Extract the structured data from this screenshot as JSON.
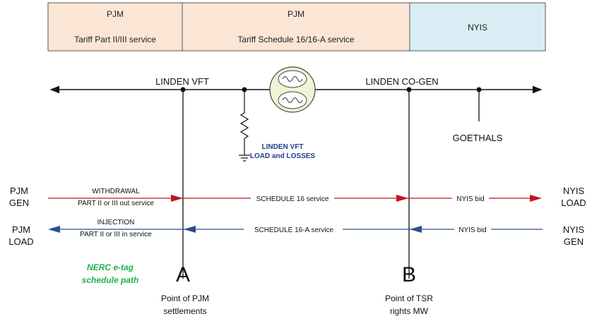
{
  "colors": {
    "pjm_header": "#fbe6d6",
    "nyis_header": "#d9eef4",
    "red_path": "#c0141e",
    "blue_path": "#2c4f8c",
    "vft_fill": "#eef5d6",
    "nerc_green": "#22b04b",
    "load_label_blue": "#1f3f8a"
  },
  "header": {
    "cells": [
      {
        "line1": "PJM",
        "line2": "Tariff Part II/III service"
      },
      {
        "line1": "PJM",
        "line2": "Tariff Schedule 16/16-A service"
      },
      {
        "line1": "NYIS",
        "line2": ""
      }
    ]
  },
  "bus": {
    "linden_vft": "LINDEN VFT",
    "linden_cogen": "LINDEN CO-GEN",
    "goethals": "GOETHALS",
    "load_line1": "LINDEN VFT",
    "load_line2": "LOAD and LOSSES"
  },
  "sides": {
    "pjm_gen_1": "PJM",
    "pjm_gen_2": "GEN",
    "pjm_load_1": "PJM",
    "pjm_load_2": "LOAD",
    "nyis_load_1": "NYIS",
    "nyis_load_2": "LOAD",
    "nyis_gen_1": "NYIS",
    "nyis_gen_2": "GEN"
  },
  "paths": {
    "withdrawal_1": "WITHDRAWAL",
    "withdrawal_2": "PART II or III out service",
    "schedule16": "SCHEDULE 16 service",
    "nyis_bid_top": "NYIS bid",
    "injection_1": "INJECTION",
    "injection_2": "PART II or III in service",
    "schedule16a": "SCHEDULE 16-A service",
    "nyis_bid_bottom": "NYIS bid"
  },
  "points": {
    "a_letter": "A",
    "a_line1": "Point of PJM",
    "a_line2": "settlements",
    "b_letter": "B",
    "b_line1": "Point of TSR",
    "b_line2": "rights MW"
  },
  "nerc": {
    "line1": "NERC e-tag",
    "line2": "schedule path"
  }
}
